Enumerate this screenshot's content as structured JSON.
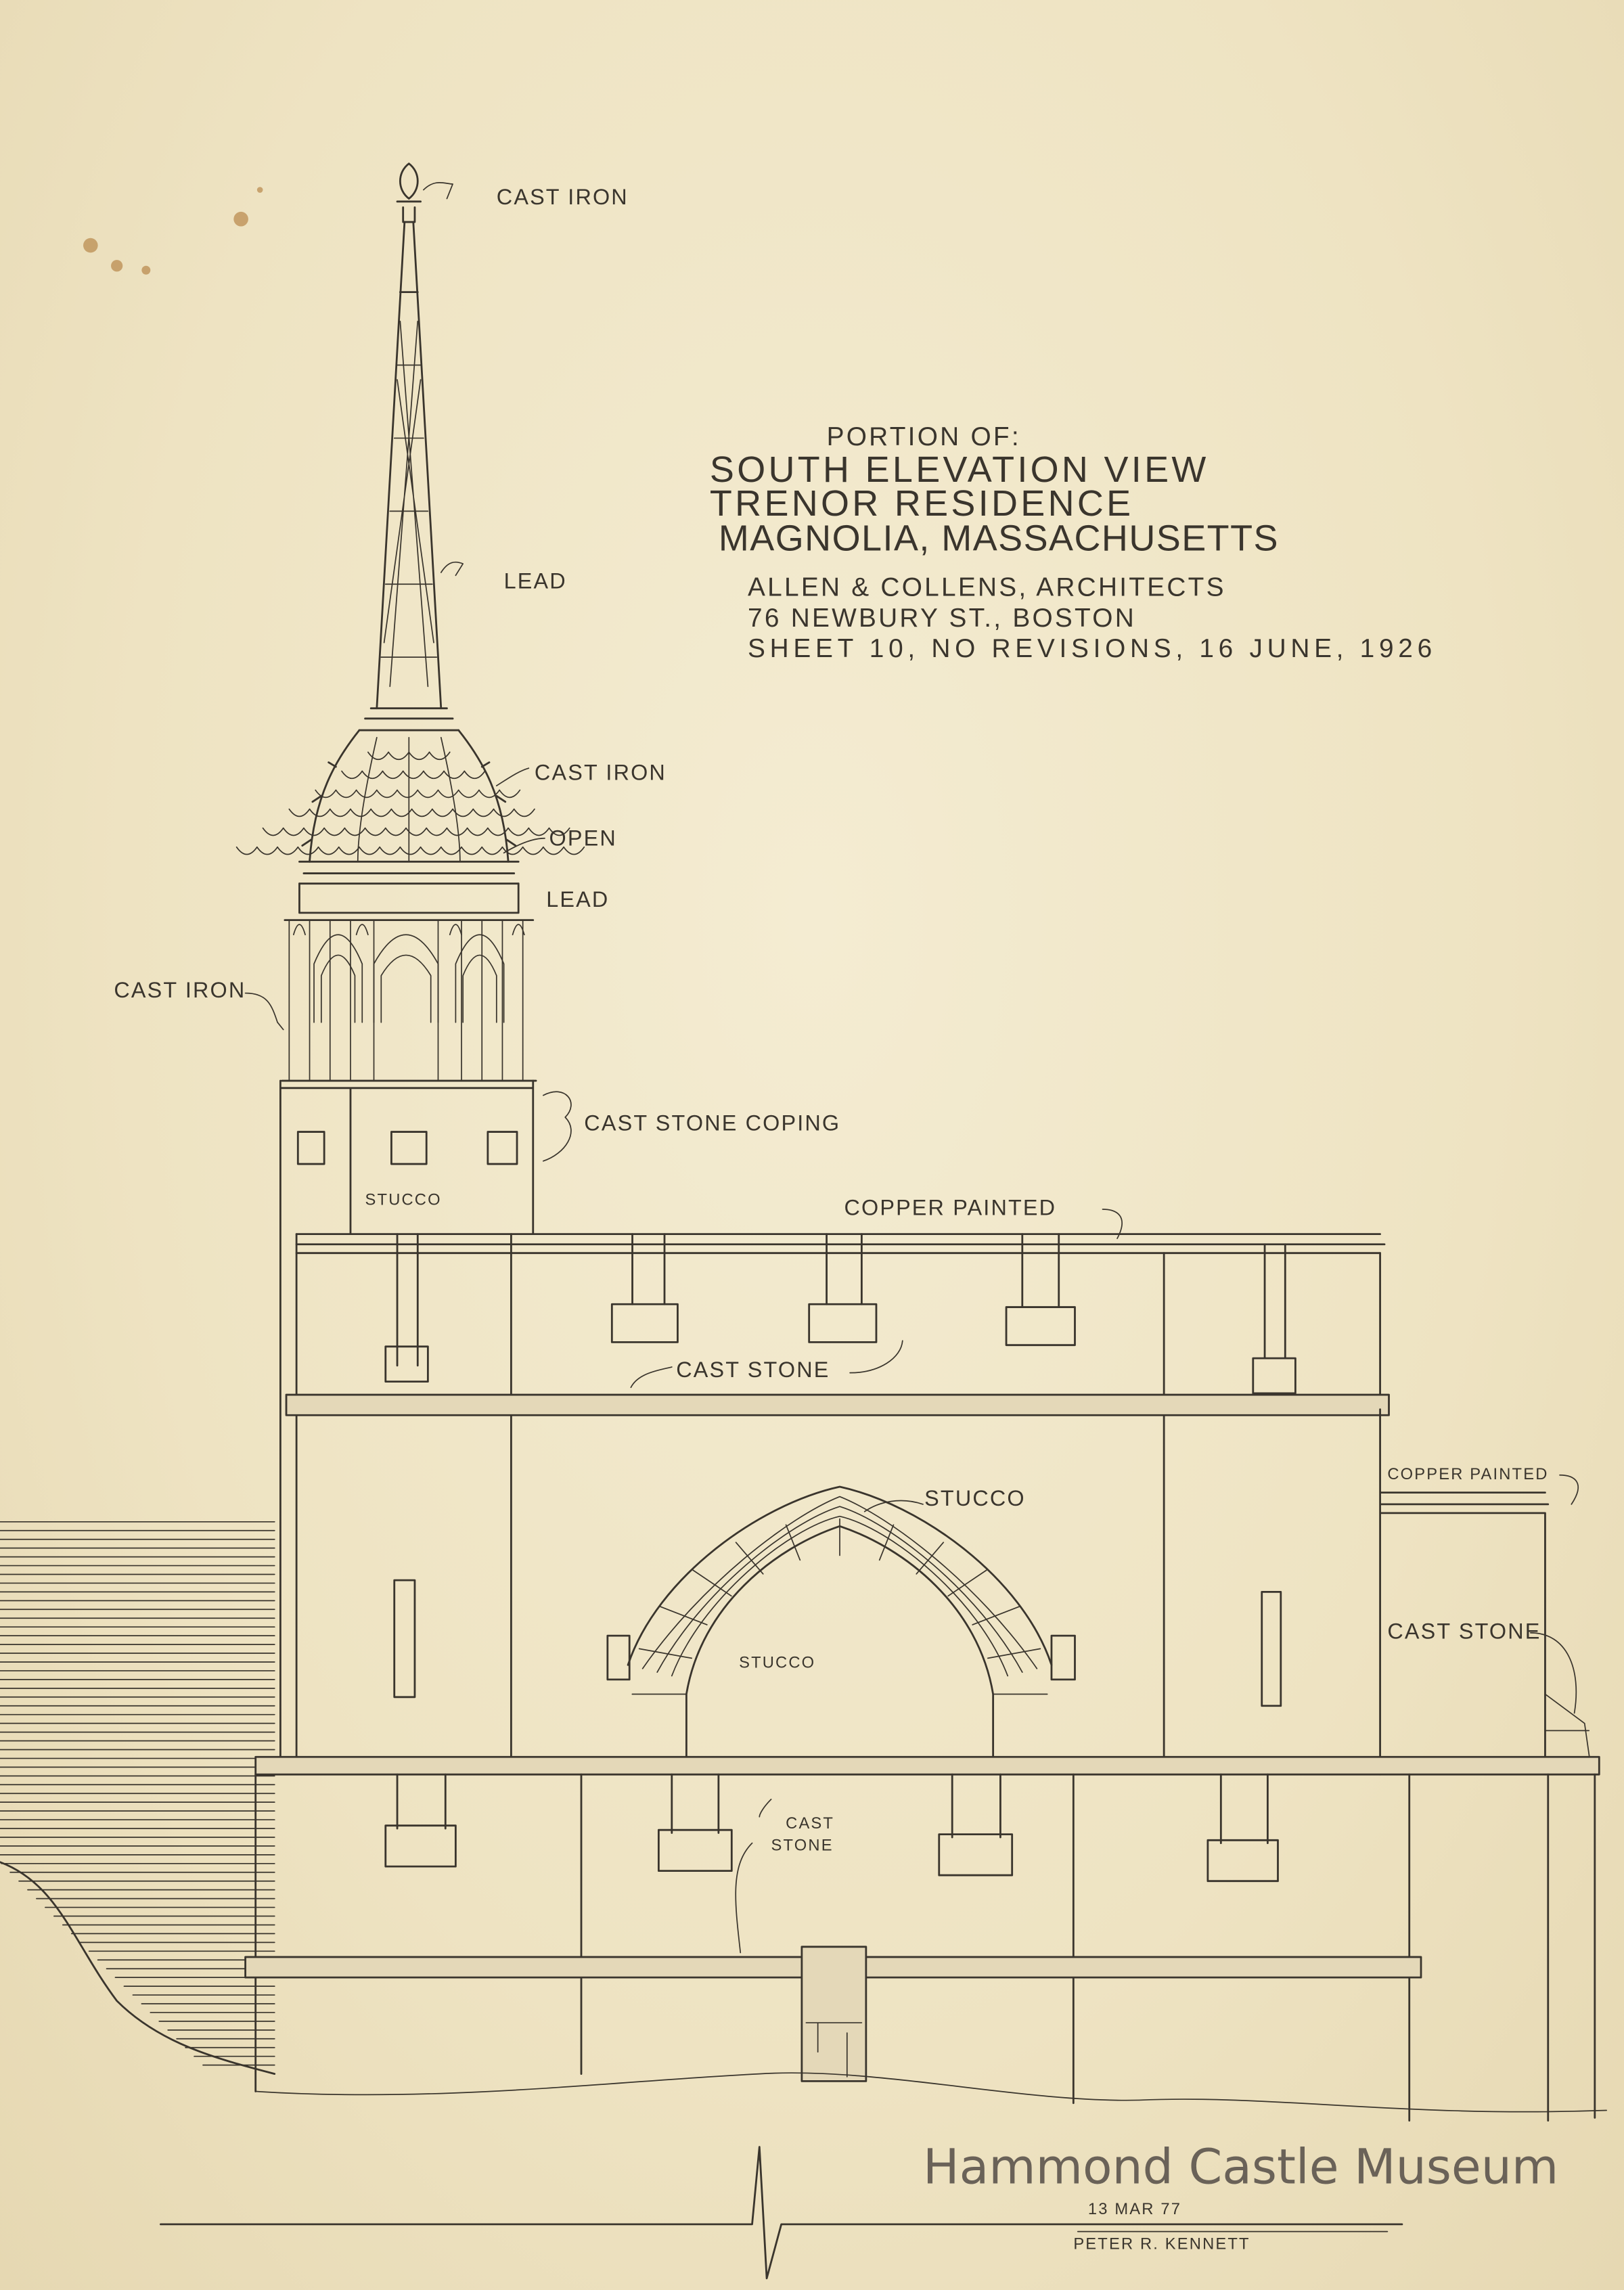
{
  "title_block": {
    "line1": "PORTION OF:",
    "line2": "SOUTH ELEVATION VIEW",
    "line3": "TRENOR RESIDENCE",
    "line4": "MAGNOLIA, MASSACHUSETTS",
    "line5": "ALLEN & COLLENS, ARCHITECTS",
    "line6": "76 NEWBURY ST., BOSTON",
    "line7": "SHEET 10, NO REVISIONS, 16 JUNE, 1926"
  },
  "annotations": {
    "finial": "CAST IRON",
    "spire": "LEAD",
    "dome_cresting": "CAST IRON",
    "open": "OPEN",
    "lead": "LEAD",
    "belfry": "CAST IRON",
    "coping": "CAST STONE COPING",
    "tower_stucco": "STUCCO",
    "cornice": "COPPER PAINTED",
    "band": "CAST STONE",
    "arch_stucco": "STUCCO",
    "arch_infill": "STUCCO",
    "annex_cornice": "COPPER PAINTED",
    "annex_stone": "CAST STONE",
    "lower_band": "CAST\nSTONE"
  },
  "signature": {
    "date": "13 MAR 77",
    "name": "PETER R. KENNETT"
  },
  "watermark": "Hammond Castle Museum"
}
